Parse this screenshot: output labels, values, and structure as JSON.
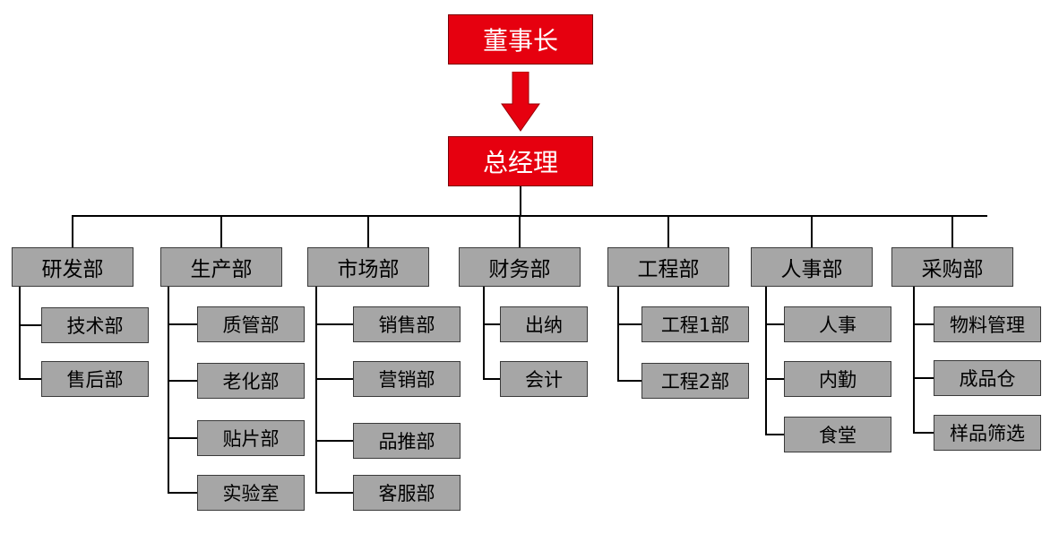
{
  "chairman": {
    "label": "董事长"
  },
  "general_manager": {
    "label": "总经理"
  },
  "colors": {
    "exec_fill": "#e6000f",
    "box_fill": "#a6a6a6",
    "line": "#000000",
    "arrow": "#e6000f"
  },
  "departments": [
    {
      "label": "研发部",
      "subs": [
        "技术部",
        "售后部"
      ]
    },
    {
      "label": "生产部",
      "subs": [
        "质管部",
        "老化部",
        "贴片部",
        "实验室"
      ]
    },
    {
      "label": "市场部",
      "subs": [
        "销售部",
        "营销部",
        "品推部",
        "客服部"
      ]
    },
    {
      "label": "财务部",
      "subs": [
        "出纳",
        "会计"
      ]
    },
    {
      "label": "工程部",
      "subs": [
        "工程1部",
        "工程2部"
      ]
    },
    {
      "label": "人事部",
      "subs": [
        "人事",
        "内勤",
        "食堂"
      ]
    },
    {
      "label": "采购部",
      "subs": [
        "物料管理",
        "成品仓",
        "样品筛选"
      ]
    }
  ]
}
